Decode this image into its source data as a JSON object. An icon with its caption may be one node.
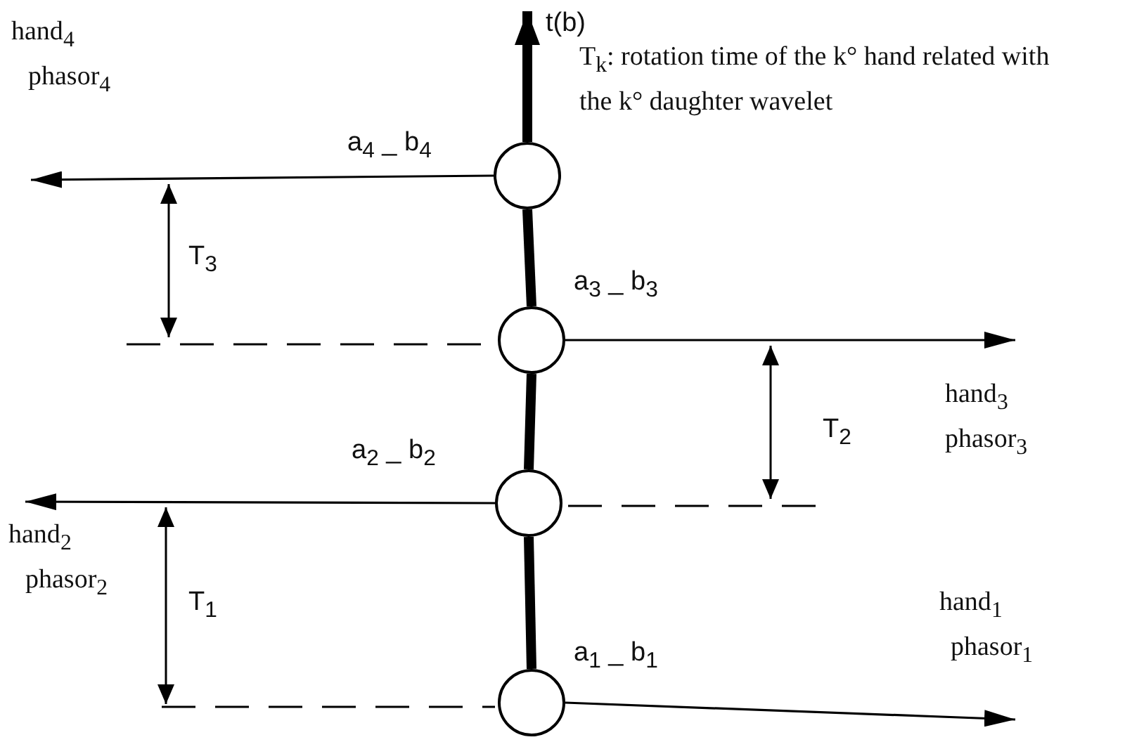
{
  "diagram": {
    "nodes": [
      {
        "text": [],
        "shape": "circle",
        "beside": [
          "a$_{4}$ _ b$_{4}$"
        ]
      },
      {
        "text": [
          "hand$_{4}$",
          "phasor$_{4}$"
        ]
      },
      {
        "text": [],
        "shape": "circle",
        "beside": [
          "a$_{3}$ _ b$_{3}$"
        ]
      },
      {
        "text": [
          "hand$_{3}$",
          "phasor$_{3}$"
        ]
      },
      {
        "text": [],
        "shape": "circle",
        "beside": [
          "a$_{2}$ _ b$_{2}$"
        ]
      },
      {
        "text": [
          "hand$_{2}$",
          "phasor$_{2}$"
        ]
      },
      {
        "text": [],
        "shape": "circle",
        "beside": [
          "a$_{1}$ _ b$_{1}$"
        ]
      },
      {
        "text": [
          "hand$_{1}$",
          "phasor$_{1}$"
        ]
      },
      {
        "text": [
          "t(b)"
        ]
      }
    ],
    "edges": [
      {
        "from": 6,
        "to": 4,
        "arrow": "none",
        "style": "thick"
      },
      {
        "from": 4,
        "to": 2,
        "arrow": "none",
        "style": "thick"
      },
      {
        "from": 2,
        "to": 0,
        "arrow": "none",
        "style": "thick"
      },
      {
        "from": 0,
        "to": 8,
        "arrow": "to",
        "style": "thick"
      },
      {
        "from": 0,
        "to": 1,
        "arrow": "to"
      },
      {
        "from": 2,
        "to": 3,
        "arrow": "to"
      },
      {
        "from": 4,
        "to": 5,
        "arrow": "to"
      },
      {
        "from": 6,
        "to": 7,
        "arrow": "to"
      }
    ],
    "labels": [
      "T$_{k}$: rotation time of the k° hand related with the k° daughter wavelet",
      "T$_{3}$",
      "T$_{2}$",
      "T$_{1}$"
    ]
  }
}
